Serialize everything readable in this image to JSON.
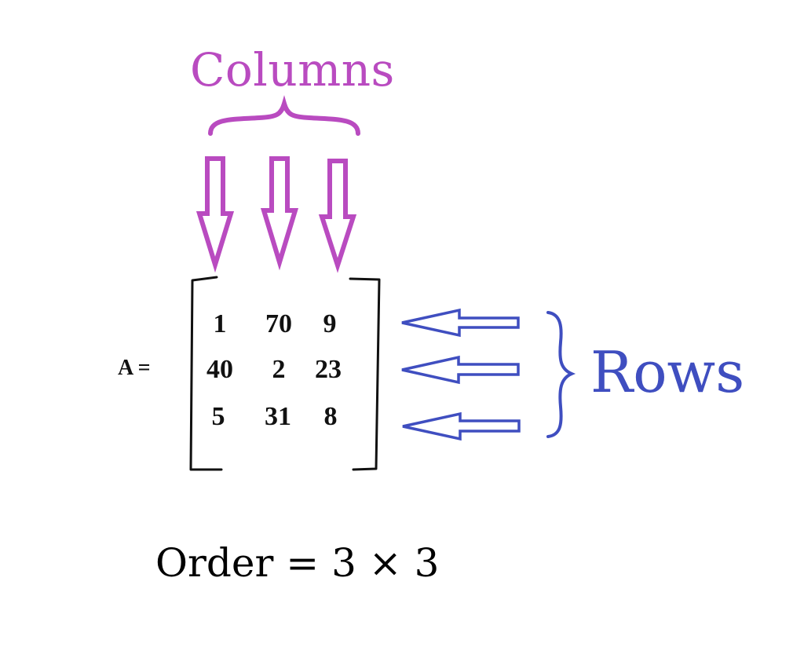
{
  "colors": {
    "columns": "#b94bc0",
    "rows": "#3f4ec0",
    "ink": "#111111"
  },
  "labels": {
    "columns": "Columns",
    "rows": "Rows",
    "matrix_name": "A =",
    "order": "Order = 3 × 3"
  },
  "matrix": {
    "rows": [
      [
        "1",
        "70",
        "9"
      ],
      [
        "40",
        "2",
        "23"
      ],
      [
        "5",
        "31",
        "8"
      ]
    ]
  },
  "annotations": {
    "column_arrow_count": 3,
    "row_arrow_count": 3,
    "column_arrow_direction": "down",
    "row_arrow_direction": "left"
  }
}
